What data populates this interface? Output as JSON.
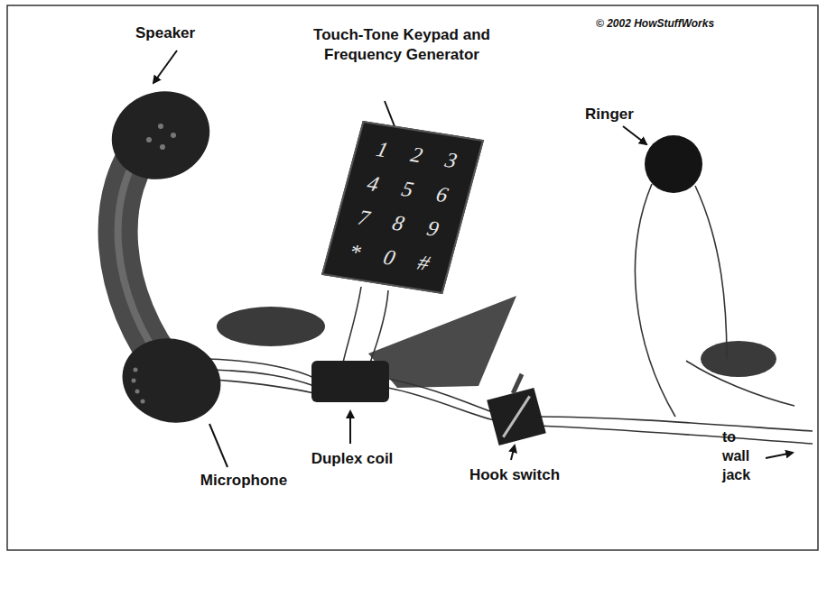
{
  "diagram": {
    "labels": [
      "Speaker",
      "Touch-Tone Keypad and Frequency Generator",
      "© 2002 HowStuffWorks",
      "Ringer",
      "1",
      "2",
      "3",
      "4",
      "5",
      "6",
      "7",
      "8",
      "9",
      "*",
      "0",
      "#",
      "Duplex coil",
      "Hook switch",
      "to wall jack",
      "Microphone"
    ]
  }
}
